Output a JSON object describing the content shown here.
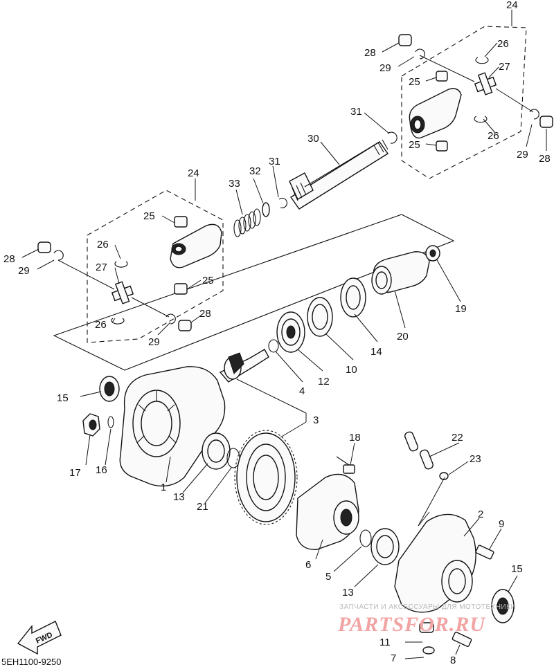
{
  "diagram_code": "5EH1100-9250",
  "fwd_label": "FWD",
  "watermark": {
    "tagline": "ЗАПЧАСТИ И АКСЕССУАРЫ ДЛЯ МОТОТЕХНИКИ",
    "brand": "PARTSFOR.RU"
  },
  "callouts": {
    "c1": "1",
    "c2": "2",
    "c3": "3",
    "c4": "4",
    "c5": "5",
    "c6": "6",
    "c7": "7",
    "c8": "8",
    "c9": "9",
    "c10": "10",
    "c11": "11",
    "c12": "12",
    "c13a": "13",
    "c13b": "13",
    "c14": "14",
    "c15a": "15",
    "c15b": "15",
    "c16": "16",
    "c17": "17",
    "c18": "18",
    "c19": "19",
    "c20": "20",
    "c21": "21",
    "c22": "22",
    "c23": "23",
    "c24a": "24",
    "c24b": "24",
    "c25a": "25",
    "c25b": "25",
    "c25c": "25",
    "c25d": "25",
    "c26a": "26",
    "c26b": "26",
    "c26c": "26",
    "c26d": "26",
    "c27a": "27",
    "c27b": "27",
    "c28a": "28",
    "c28b": "28",
    "c28c": "28",
    "c28d": "28",
    "c29a": "29",
    "c29b": "29",
    "c29c": "29",
    "c29d": "29",
    "c30": "30",
    "c31a": "31",
    "c31b": "31",
    "c32": "32",
    "c33": "33"
  }
}
